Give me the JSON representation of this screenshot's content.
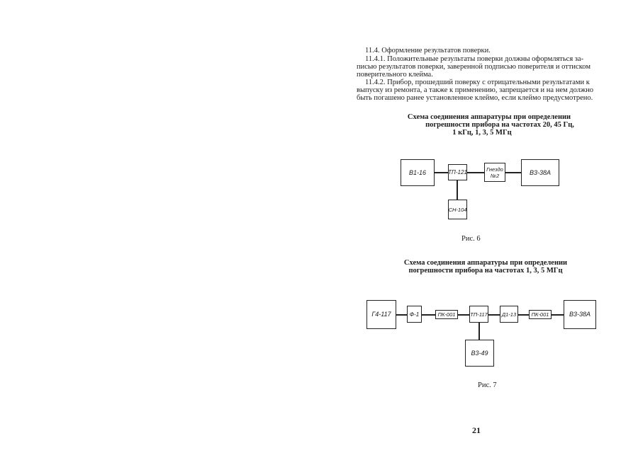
{
  "text": {
    "p1": "11.4. Оформление результатов поверки.",
    "p2a": "11.4.1. Положительные результаты поверки должны  оформляться  за-",
    "p2b": "писью результатов поверки, заверенной подписью поверителя  и оттиском",
    "p2c": "поверительного клейма.",
    "p3a": "11.4.2. Прибор, прошедший поверку с отрицательными результатами к",
    "p3b": "выпуску из ремонта, а также к применению, запрещается и на нем должно",
    "p3c": "быть погашено ранее установленное клеймо, если клеймо предусмотрено."
  },
  "fig6": {
    "title1": "Схема соединения аппаратуры при определении",
    "title2": "погрешности прибора на   частотах 20, 45 Гц,",
    "title3": "1 кГц, 1, 3, 5 МГц",
    "blocks": {
      "b1": "В1-16",
      "b2": "ТП-121",
      "b3a": "Гнездо",
      "b3b": "№2",
      "b4": "В3-38А",
      "b5": "СН-104"
    },
    "caption": "Рис. 6"
  },
  "fig7": {
    "title1": "Схема соединения аппаратуры при определении",
    "title2": "погрешности прибора на частотах 1,  3, 5 МГц",
    "blocks": {
      "b1": "Г4-117",
      "b2": "Ф-1",
      "b3": "ПК-001",
      "b4": "ТП-117",
      "b5": "Д1-13",
      "b6": "ПК-001",
      "b7": "В3-38А",
      "b8": "В3-49"
    },
    "caption": "Рис. 7"
  },
  "page_number": "21"
}
